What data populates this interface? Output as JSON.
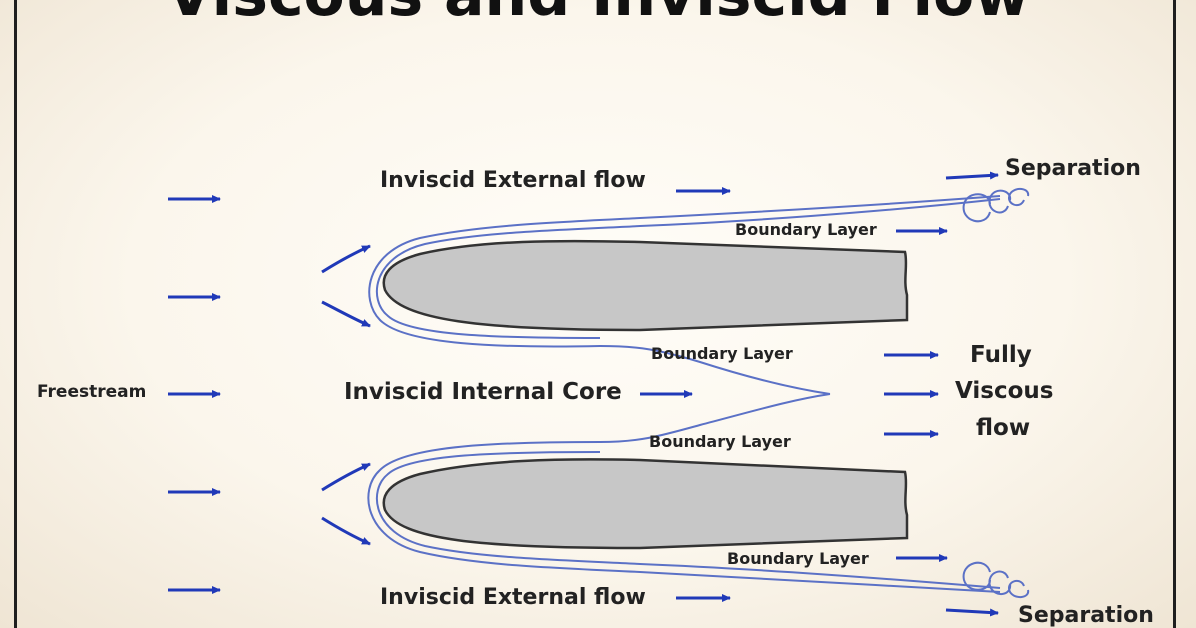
{
  "title": "Viscous and Inviscid Flow",
  "labels": {
    "inviscid_external_top": "Inviscid External flow",
    "separation_top": "Separation",
    "boundary_layer_top": "Boundary Layer",
    "boundary_layer_mid_upper": "Boundary Layer",
    "freestream": "Freestream",
    "inviscid_internal_core": "Inviscid Internal Core",
    "fully_viscous_1": "Fully",
    "fully_viscous_2": "Viscous",
    "fully_viscous_3": "flow",
    "boundary_layer_mid_lower": "Boundary Layer",
    "boundary_layer_bottom": "Boundary Layer",
    "inviscid_external_bottom": "Inviscid External flow",
    "separation_bottom": "Separation"
  },
  "colors": {
    "arrow": "#2039b8",
    "streamline": "#5b71c6",
    "body_fill": "#c7c7c7",
    "body_stroke": "#333333",
    "text": "#222222",
    "frame": "#1f1f1f"
  }
}
